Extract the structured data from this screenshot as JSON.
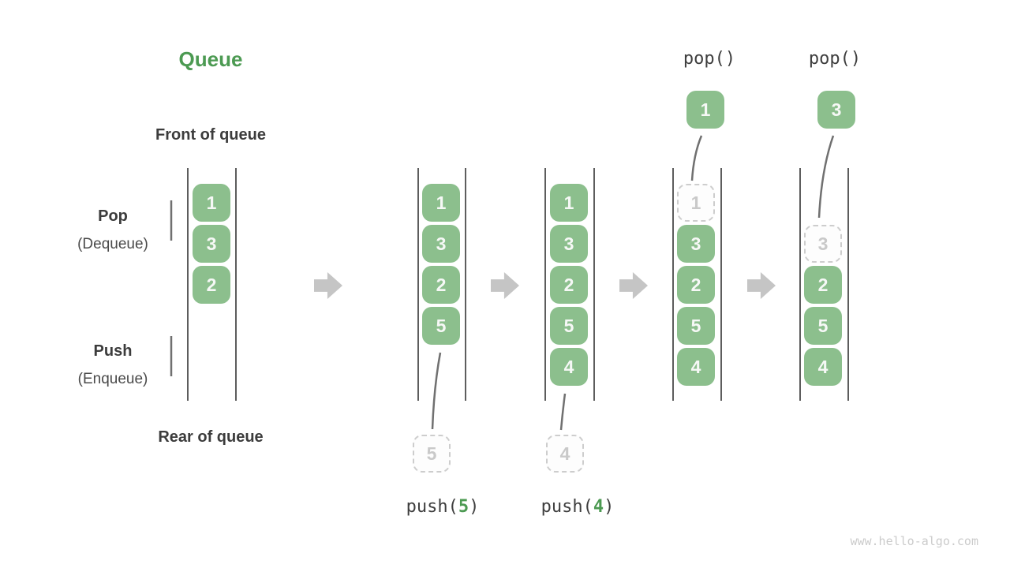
{
  "title": "Queue",
  "watermark": "www.hello-algo.com",
  "colors": {
    "box_green": "#8CBF8D",
    "accent_green": "#4C9A52",
    "dark_text": "#3C3C3C",
    "block_arrow_gray": "#C5C5C5",
    "wall_gray": "#5D5D5D",
    "arrow_gray": "#707070",
    "dashed_gray": "#CDCDCD",
    "watermark_gray": "#CBCBCB"
  },
  "side_labels": {
    "front_of_queue": "Front of queue",
    "rear_of_queue": "Rear of queue",
    "pop_title": "Pop",
    "pop_subtitle": "(Dequeue)",
    "push_title": "Push",
    "push_subtitle": "(Enqueue)"
  },
  "stages": [
    {
      "cells": [
        {
          "value": "1",
          "row": 0,
          "dashed": false
        },
        {
          "value": "3",
          "row": 1,
          "dashed": false
        },
        {
          "value": "2",
          "row": 2,
          "dashed": false
        }
      ]
    },
    {
      "cells": [
        {
          "value": "1",
          "row": 0,
          "dashed": false
        },
        {
          "value": "3",
          "row": 1,
          "dashed": false
        },
        {
          "value": "2",
          "row": 2,
          "dashed": false
        },
        {
          "value": "5",
          "row": 3,
          "dashed": false
        }
      ],
      "incoming": {
        "value": "5"
      },
      "op": {
        "prefix": "push(",
        "arg": "5",
        "suffix": ")"
      }
    },
    {
      "cells": [
        {
          "value": "1",
          "row": 0,
          "dashed": false
        },
        {
          "value": "3",
          "row": 1,
          "dashed": false
        },
        {
          "value": "2",
          "row": 2,
          "dashed": false
        },
        {
          "value": "5",
          "row": 3,
          "dashed": false
        },
        {
          "value": "4",
          "row": 4,
          "dashed": false
        }
      ],
      "incoming": {
        "value": "4"
      },
      "op": {
        "prefix": "push(",
        "arg": "4",
        "suffix": ")"
      }
    },
    {
      "cells": [
        {
          "value": "1",
          "row": 0,
          "dashed": true
        },
        {
          "value": "3",
          "row": 1,
          "dashed": false
        },
        {
          "value": "2",
          "row": 2,
          "dashed": false
        },
        {
          "value": "5",
          "row": 3,
          "dashed": false
        },
        {
          "value": "4",
          "row": 4,
          "dashed": false
        }
      ],
      "popped": {
        "value": "1"
      },
      "pop_label": "pop()"
    },
    {
      "cells": [
        {
          "value": "3",
          "row": 1,
          "dashed": true
        },
        {
          "value": "2",
          "row": 2,
          "dashed": false
        },
        {
          "value": "5",
          "row": 3,
          "dashed": false
        },
        {
          "value": "4",
          "row": 4,
          "dashed": false
        }
      ],
      "popped": {
        "value": "3"
      },
      "pop_label": "pop()"
    }
  ]
}
